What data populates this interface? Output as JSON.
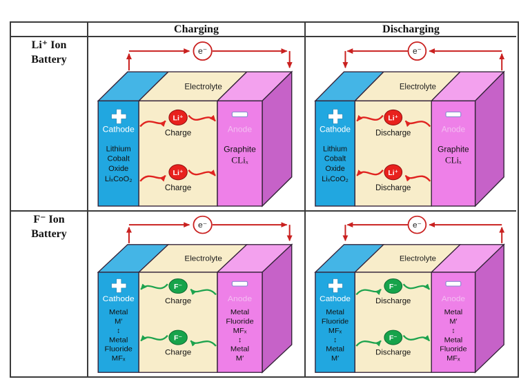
{
  "table": {
    "columns": [
      "Charging",
      "Discharging"
    ],
    "rows": [
      {
        "label_line1": "Li⁺ Ion",
        "label_line2": "Battery"
      },
      {
        "label_line1": "F⁻ Ion",
        "label_line2": "Battery"
      }
    ]
  },
  "colors": {
    "cathode_front": "#21a7e0",
    "cathode_top": "#44b5e6",
    "electrolyte": "#f8edca",
    "anode_front": "#ee80e8",
    "anode_top": "#f3a1ee",
    "anode_side": "#c662c8",
    "outline": "#35243a",
    "electron_wire_red": "#c9201f",
    "lithium_ion_red": "#e8211d",
    "fluoride_ion_green": "#17a34b"
  },
  "cells": {
    "li_charge": {
      "electron": "e⁻",
      "electrolyte": "Electrolyte",
      "cathode_sign": "+",
      "cathode_label": "Cathode",
      "cathode_lines": [
        "Lithium",
        "Cobalt",
        "Oxide",
        "LiₓCoO₂"
      ],
      "anode_sign": "−",
      "anode_label": "Anode",
      "anode_line1": "Graphite",
      "anode_line2": "CLiₓ",
      "ion": "Li⁺",
      "process": "Charge"
    },
    "li_discharge": {
      "electron": "e⁻",
      "electrolyte": "Electrolyte",
      "cathode_sign": "+",
      "cathode_label": "Cathode",
      "cathode_lines": [
        "Lithium",
        "Cobalt",
        "Oxide",
        "LiₓCoO₂"
      ],
      "anode_sign": "−",
      "anode_label": "Anode",
      "anode_line1": "Graphite",
      "anode_line2": "CLiₓ",
      "ion": "Li⁺",
      "process": "Discharge"
    },
    "f_charge": {
      "electron": "e⁻",
      "electrolyte": "Electrolyte",
      "cathode_sign": "+",
      "cathode_label": "Cathode",
      "cathode_lines": [
        "Metal",
        "M′",
        "↕",
        "Metal",
        "Fluoride",
        "MFₓ"
      ],
      "anode_sign": "−",
      "anode_label": "Anode",
      "anode_lines": [
        "Metal",
        "Fluoride",
        "MFₓ",
        "↕",
        "Metal",
        "M′"
      ],
      "ion": "F⁻",
      "process": "Charge"
    },
    "f_discharge": {
      "electron": "e⁻",
      "electrolyte": "Electrolyte",
      "cathode_sign": "+",
      "cathode_label": "Cathode",
      "cathode_lines": [
        "Metal",
        "Fluoride",
        "MFₓ",
        "↕",
        "Metal",
        "M′"
      ],
      "anode_sign": "−",
      "anode_label": "Anode",
      "anode_lines": [
        "Metal",
        "M′",
        "↕",
        "Metal",
        "Fluoride",
        "MFₓ"
      ],
      "ion": "F⁻",
      "process": "Discharge"
    }
  }
}
